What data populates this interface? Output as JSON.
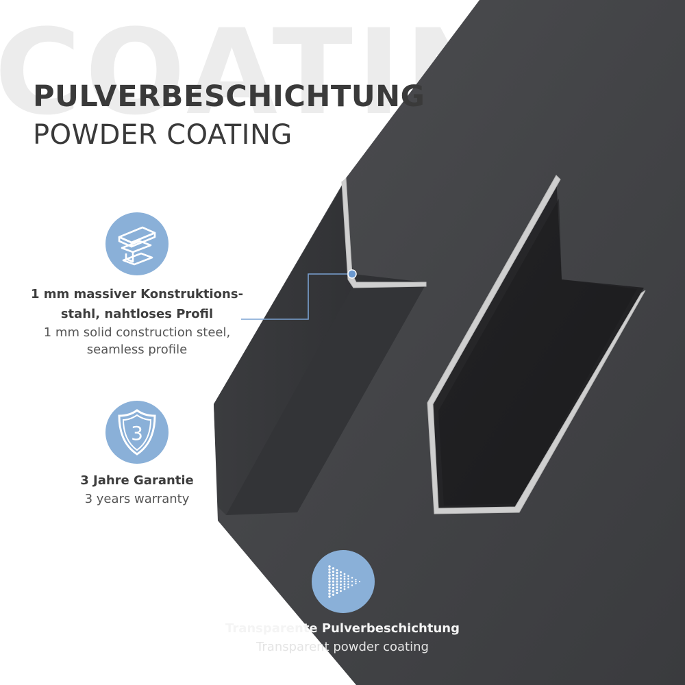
{
  "background_text": "COATING",
  "heading": "PULVERBESCHICHTUNG",
  "subheading": "POWDER COATING",
  "colors": {
    "icon_circle": "#8ab0d8",
    "profile_dark": "#2f3033",
    "profile_edge": "#c8c8c8",
    "callout_line": "#7aa2d2",
    "heading_text": "#3a3a3a"
  },
  "features": {
    "steel": {
      "icon": "steel-beam-icon",
      "title_de": "1 mm massiver Konstruktions-",
      "title_de_2": "stahl, nahtloses Profil",
      "desc_en": "1 mm solid construction steel,",
      "desc_en_2": "seamless profile"
    },
    "warranty": {
      "icon": "shield-3-icon",
      "icon_number": "3",
      "title_de": "3 Jahre Garantie",
      "desc_en": "3 years warranty"
    },
    "transparent": {
      "icon": "dotted-play-icon",
      "title_de": "Transparente Pulverbeschichtung",
      "desc_en": "Transparent powder coating"
    }
  }
}
